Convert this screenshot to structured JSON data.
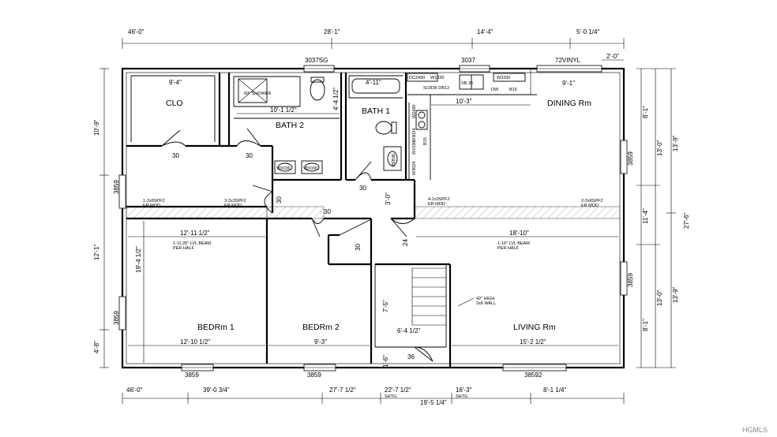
{
  "dimensions": {
    "top": [
      "46'-0\"",
      "28'-1\"",
      "14'-4\"",
      "5'-0 1/4\""
    ],
    "bottom": [
      "46'-0\"",
      "39'-0 3/4\"",
      "27'-7 1/2\"",
      "22'-7 1/2\"",
      "SHTG",
      "19'-5 1/4\"",
      "16'-3\"",
      "SHTG",
      "8'-1 1/4\""
    ],
    "left": [
      "10'-9\"",
      "12'-1\"",
      "4'-8\""
    ],
    "right": [
      "27'-6\"",
      "13'-9\"",
      "13'-9\"",
      "13'-0\"",
      "13'-0\"",
      "8'-1\"",
      "8'-1\"",
      "11'-4\""
    ],
    "small_top": "2'-0\""
  },
  "windows": {
    "top": [
      "3037SG",
      "3037",
      "72VINYL"
    ],
    "bottom": [
      "3859",
      "3859",
      "38592"
    ],
    "side": [
      "3859",
      "3859",
      "3859",
      "3859"
    ]
  },
  "rooms": {
    "clo": "CLO",
    "bath2": "BATH  2",
    "bath1": "BATH  1",
    "dining": "DINING  Rm",
    "bedrm1": "BEDRm  1",
    "bedrm2": "BEDRm  2",
    "living": "LIVING  Rm"
  },
  "interior_dims": {
    "clo_w": "9'-4\"",
    "bath2_w": "10'-1 1/2\"",
    "bath2_side": "4'-4 1/2\"",
    "bath1_w": "4'-11\"",
    "kitchen_w": "10'-3\"",
    "dining_w": "9'-1\"",
    "hall_w": "12'-11 1/2\"",
    "living_w": "18'-10\"",
    "bed1_h": "19'-4 1/2\"",
    "bed1_w": "12'-10 1/2\"",
    "bed2_w": "9'-3\"",
    "living_b": "15'-2 1/2\"",
    "stair_w": "6'-4 1/2\"",
    "stair_h": "7'-5\"",
    "stair_b": "1'-6\"",
    "hall_v": "3'-0\""
  },
  "doors": [
    "30",
    "30",
    "30",
    "30",
    "30",
    "30",
    "24",
    "36"
  ],
  "fixtures": {
    "shower": "60\" SHOWER",
    "vdo1": "VDO30",
    "vdo2": "VDO30",
    "vsb": "VSB36",
    "dc": "DC2430",
    "w1830": "W1830",
    "sb36": "SB 36",
    "w3330": "W3330",
    "scr": "SCR36 DB12",
    "dw": "DW",
    "b15a": "B15",
    "w2430": "W2430",
    "w3024a": "W3024",
    "w1530": "W1530",
    "b15b": "B15",
    "w3024b": "W3024"
  },
  "notes": {
    "hdr_left": "1-2x6SPF2",
    "hdr_left2": "ER MOD",
    "hdr_mid": "3-2x3SPF2",
    "hdr_mid2": "ER MOD",
    "hdr_r1": "4-2x3SPF2",
    "hdr_r1b": "ER MOD",
    "hdr_right": "2-2x6SPF2",
    "hdr_right2": "ER MOD",
    "beam_l": "1-11.25\" LVL BEAM",
    "beam_l2": "PER HALF",
    "beam_r": "1-16\" LVL BEAM",
    "beam_r2": "PER HALF",
    "wall_note": "42\" HIGH",
    "wall_note2": "2x6 WALL"
  },
  "watermark": "HGMLS"
}
